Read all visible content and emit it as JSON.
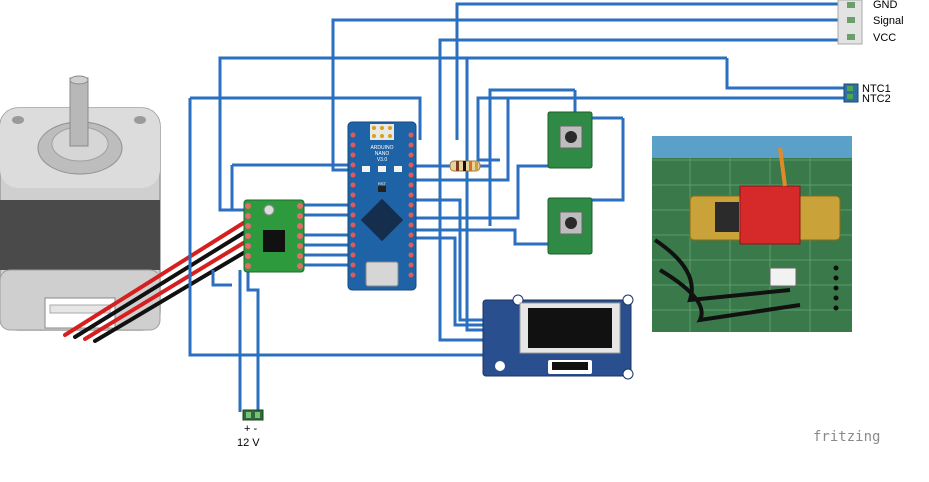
{
  "connector_labels": {
    "gnd": "GND",
    "signal": "Signal",
    "vcc": "VCC",
    "ntc1": "NTC1",
    "ntc2": "NTC2"
  },
  "power": {
    "polarity": "+ -",
    "voltage": "12 V"
  },
  "nano_text": {
    "name": "ARDUINO",
    "model": "NANO",
    "version": "V3.0",
    "rst": "RST"
  },
  "brand": "fritzing",
  "colors": {
    "wire": "#2b6fbf",
    "nano_board": "#1f63a7",
    "driver_board": "#2e9a3e",
    "oled_board": "#2a4f8f",
    "button_board": "#2e8a44",
    "red_wire": "#d61f1f",
    "black_wire": "#111111"
  }
}
